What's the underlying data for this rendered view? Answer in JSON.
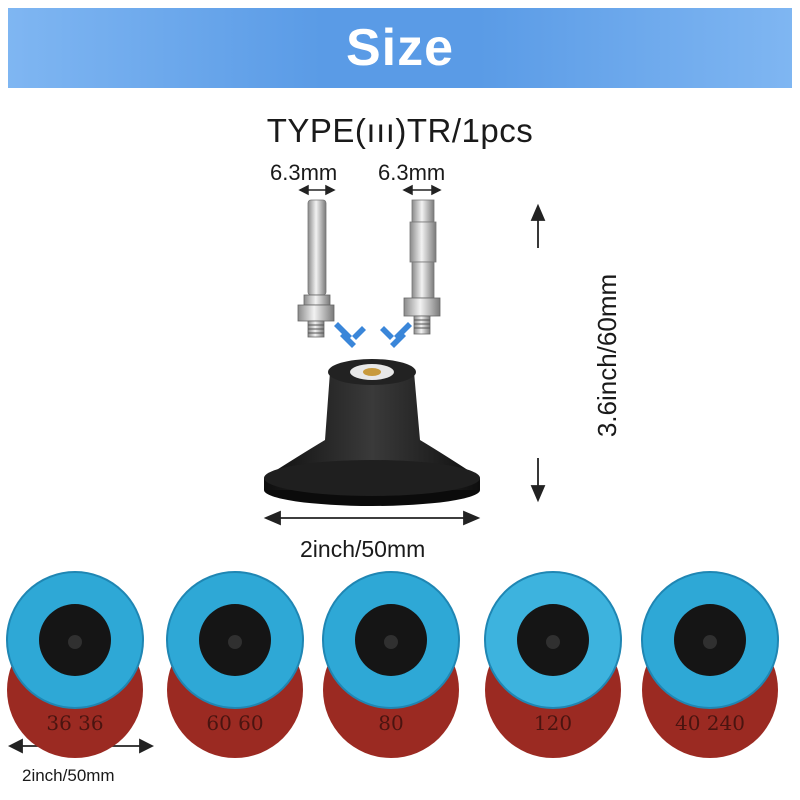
{
  "banner": {
    "title": "Size"
  },
  "product": {
    "type_label": "TYPE(ııı)TR/1pcs",
    "shank_left": "6.3mm",
    "shank_right": "6.3mm",
    "height_dim": "3.6inch/60mm",
    "holder_width": "2inch/50mm",
    "disc_width": "2inch/50mm"
  },
  "discs": [
    {
      "grit": "36 36",
      "top_color": "#2ea8d6",
      "back_color": "#9b2a22"
    },
    {
      "grit": "60 60",
      "top_color": "#2ea8d6",
      "back_color": "#9b2a22"
    },
    {
      "grit": "80",
      "top_color": "#2ea8d6",
      "back_color": "#9b2a22"
    },
    {
      "grit": "120",
      "top_color": "#3db3de",
      "back_color": "#9b2a22"
    },
    {
      "grit": "40 240",
      "top_color": "#2ea8d6",
      "back_color": "#9b2a22"
    }
  ],
  "colors": {
    "banner": "#5a9be6",
    "arrow": "#3a86d9",
    "holder": "#1b1b1b"
  }
}
